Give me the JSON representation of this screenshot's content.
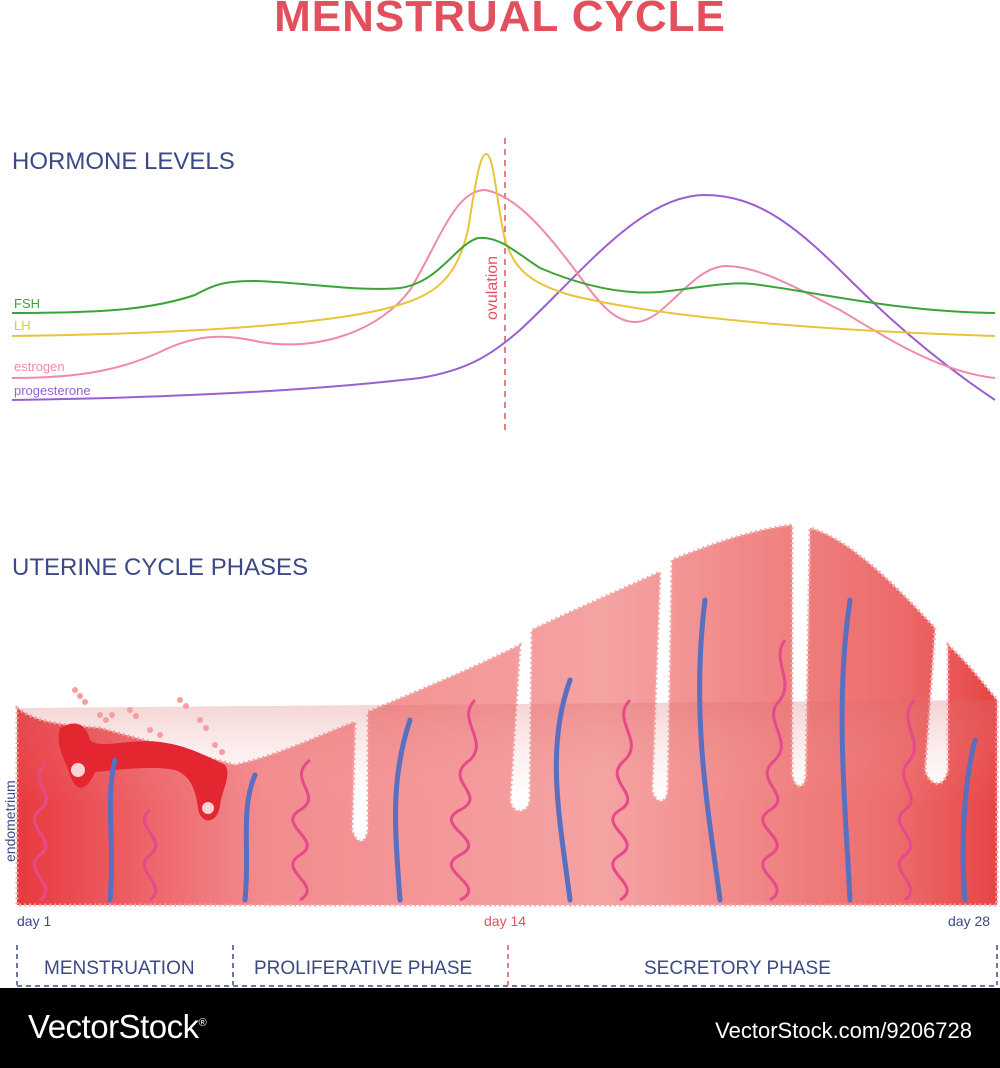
{
  "title": "MENSTRUAL CYCLE",
  "hormones": {
    "section_title": "HORMONE LEVELS",
    "ovulation_label": "ovulation",
    "legend": [
      {
        "label": "FSH",
        "color": "#3aa535"
      },
      {
        "label": "LH",
        "color": "#e8c43a"
      },
      {
        "label": "estrogen",
        "color": "#f08aa8"
      },
      {
        "label": "progesterone",
        "color": "#9a5fd0"
      }
    ]
  },
  "uterine": {
    "section_title": "UTERINE CYCLE PHASES",
    "axis_label": "endometrium",
    "days": [
      "day 1",
      "day 14",
      "day 28"
    ],
    "phases": [
      "MENSTRUATION",
      "PROLIFERATIVE PHASE",
      "SECRETORY PHASE"
    ]
  },
  "footer": {
    "brand": "VectorStock",
    "registered": "®",
    "stock_id": "VectorStock.com/9206728"
  }
}
